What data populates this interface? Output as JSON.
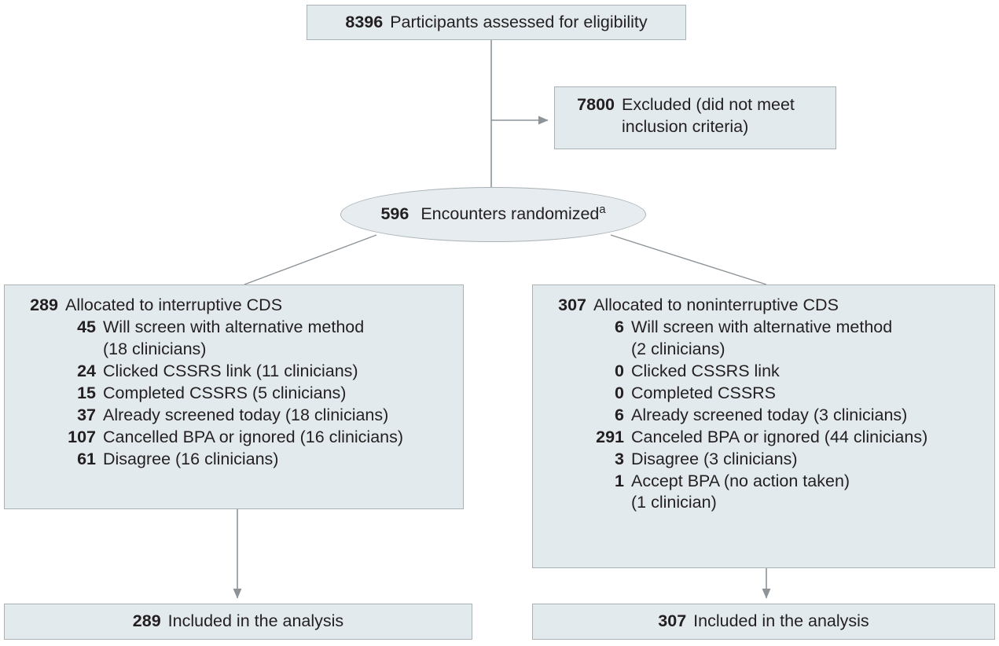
{
  "diagram": {
    "type": "consort-flow-diagram",
    "colors": {
      "node_fill": "#e3eaee",
      "node_border": "#a9b2b6",
      "connector": "#8c9499",
      "text": "#231f20",
      "background": "#ffffff"
    }
  },
  "assessed": {
    "count": "8396",
    "label": "Participants assessed for eligibility"
  },
  "excluded": {
    "count": "7800",
    "label": "Excluded (did not meet\ninclusion criteria)"
  },
  "randomized": {
    "count": "596",
    "label": "Encounters randomized",
    "footnote_marker": "a"
  },
  "allocation_left": {
    "count": "289",
    "label": "Allocated to interruptive CDS",
    "items": [
      {
        "count": "45",
        "label": "Will screen with alternative method\n(18 clinicians)"
      },
      {
        "count": "24",
        "label": "Clicked CSSRS link (11 clinicians)"
      },
      {
        "count": "15",
        "label": "Completed CSSRS (5 clinicians)"
      },
      {
        "count": "37",
        "label": "Already screened today (18 clinicians)"
      },
      {
        "count": "107",
        "label": "Cancelled BPA or ignored (16 clinicians)"
      },
      {
        "count": "61",
        "label": "Disagree (16 clinicians)"
      }
    ]
  },
  "allocation_right": {
    "count": "307",
    "label": "Allocated to noninterruptive CDS",
    "items": [
      {
        "count": "6",
        "label": "Will screen with alternative method\n(2 clinicians)"
      },
      {
        "count": "0",
        "label": "Clicked CSSRS link"
      },
      {
        "count": "0",
        "label": "Completed CSSRS"
      },
      {
        "count": "6",
        "label": "Already screened today (3 clinicians)"
      },
      {
        "count": "291",
        "label": "Canceled BPA or ignored (44 clinicians)"
      },
      {
        "count": "3",
        "label": "Disagree (3 clinicians)"
      },
      {
        "count": "1",
        "label": "Accept BPA (no action taken)\n(1 clinician)"
      }
    ]
  },
  "analysis_left": {
    "count": "289",
    "label": "Included in the analysis"
  },
  "analysis_right": {
    "count": "307",
    "label": "Included in the analysis"
  }
}
